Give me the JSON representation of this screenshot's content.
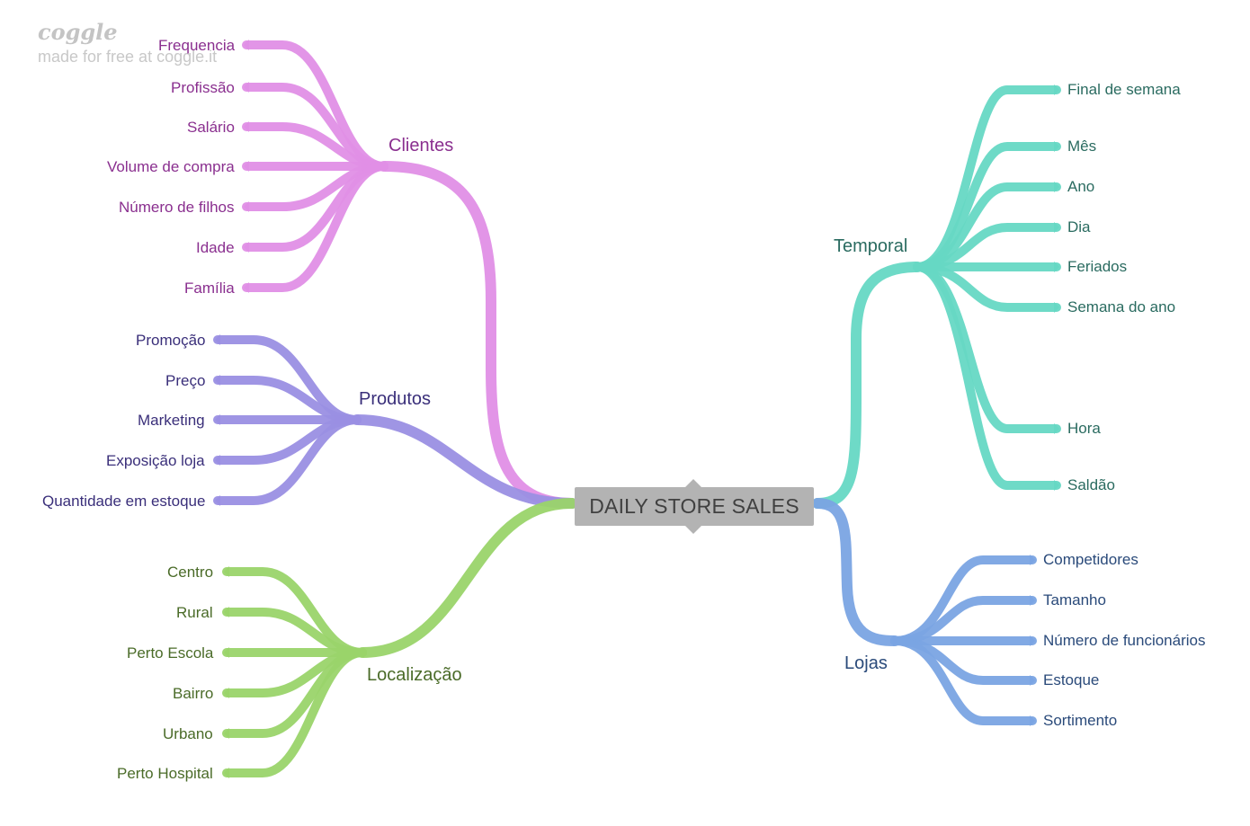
{
  "logo": {
    "wordmark": "coggle",
    "tagline": "made for free at coggle.it"
  },
  "center": {
    "label": "DAILY STORE SALES"
  },
  "branches": {
    "clientes": {
      "label": "Clientes",
      "color": "#e08fe6",
      "text_color": "#8a2f8f",
      "children": [
        "Frequencia",
        "Profissão",
        "Salário",
        "Volume de compra",
        "Número de filhos",
        "Idade",
        "Família"
      ]
    },
    "produtos": {
      "label": "Produtos",
      "color": "#9a8fe3",
      "text_color": "#3a2f7a",
      "children": [
        "Promoção",
        "Preço",
        "Marketing",
        "Exposição loja",
        "Quantidade em estoque"
      ]
    },
    "localizacao": {
      "label": "Localização",
      "color": "#9ad46a",
      "text_color": "#4a6b28",
      "children": [
        "Centro",
        "Rural",
        "Perto Escola",
        "Bairro",
        "Urbano",
        "Perto Hospital"
      ]
    },
    "temporal": {
      "label": "Temporal",
      "color": "#66d8c4",
      "text_color": "#2a6b60",
      "children": [
        "Final de semana",
        "Mês",
        "Ano",
        "Dia",
        "Feriados",
        "Semana do ano",
        "Hora",
        "Saldão"
      ]
    },
    "lojas": {
      "label": "Lojas",
      "color": "#7aa4e3",
      "text_color": "#2a4a7a",
      "children": [
        "Competidores",
        "Tamanho",
        "Número de funcionários",
        "Estoque",
        "Sortimento"
      ]
    }
  }
}
